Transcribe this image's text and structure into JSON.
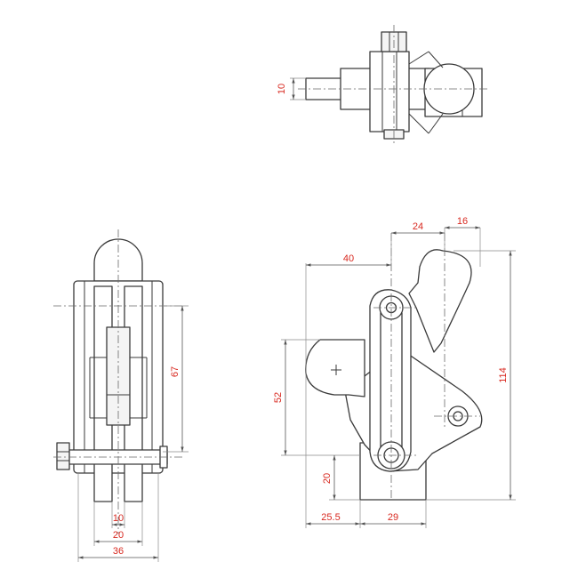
{
  "drawing": {
    "colors": {
      "line": "#3a3a3a",
      "dimension_text": "#d8281f",
      "background": "#ffffff"
    },
    "top_view": {
      "dims": {
        "shaft_diameter": "10"
      }
    },
    "side_view": {
      "dims": {
        "height": "67",
        "inner_width": "10",
        "middle_width": "20",
        "overall_width": "36"
      }
    },
    "front_view": {
      "dims": {
        "top_offset": "24",
        "top_right": "16",
        "pivot_offset": "40",
        "total_height": "114",
        "arm_height": "52",
        "base_height": "20",
        "base_offset": "25.5",
        "base_width": "29"
      }
    }
  }
}
